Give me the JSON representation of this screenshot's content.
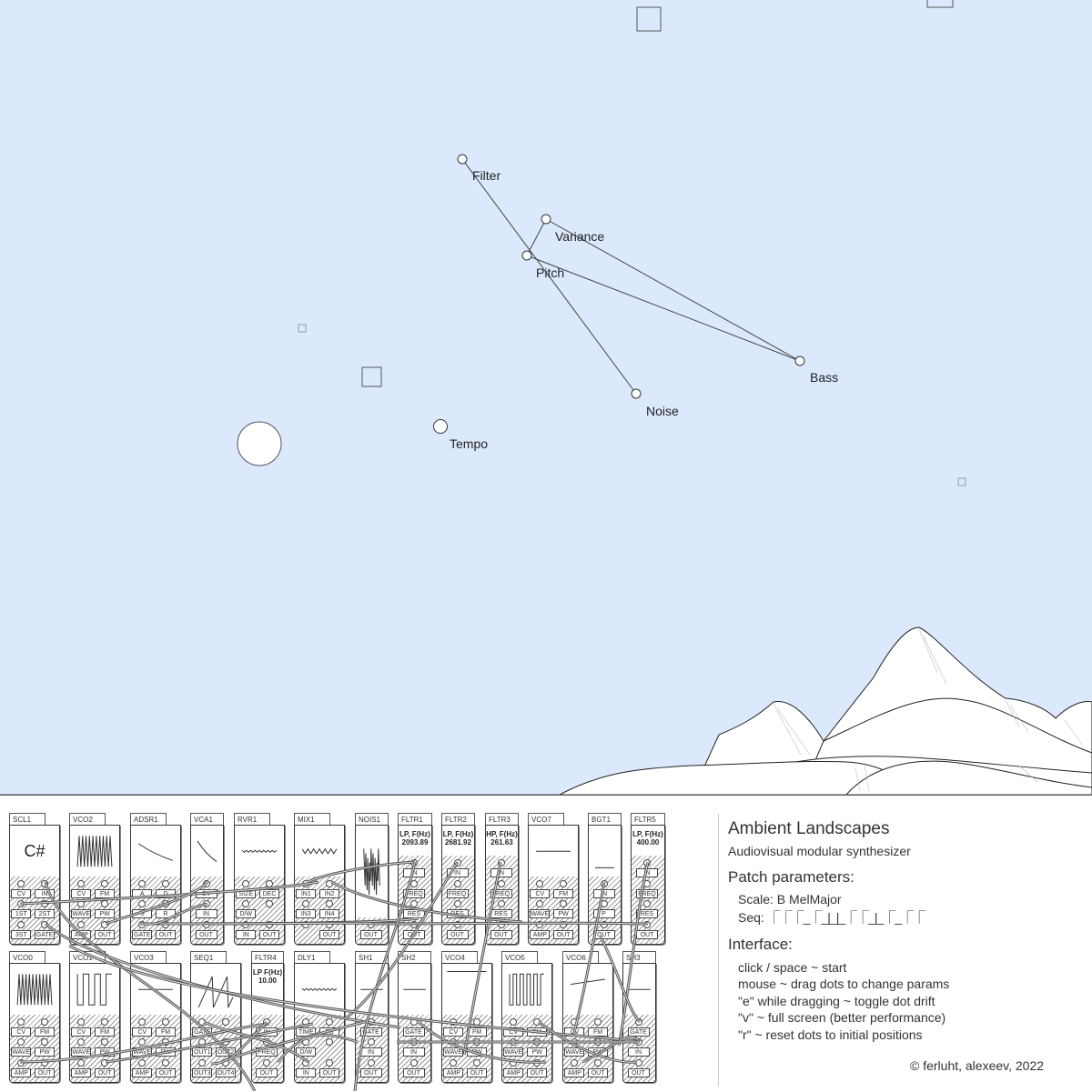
{
  "scene": {
    "sky_color": "#dce9fd",
    "params": [
      {
        "label": "Filter"
      },
      {
        "label": "Variance"
      },
      {
        "label": "Pitch"
      },
      {
        "label": "Bass"
      },
      {
        "label": "Noise"
      },
      {
        "label": "Tempo"
      }
    ]
  },
  "modules": [
    {
      "name": "SCL1",
      "display": "C#",
      "wave": null,
      "jacks": [
        "CV",
        "IN",
        "1ST",
        "2ST",
        "3ST",
        "GATE"
      ]
    },
    {
      "name": "VCO2",
      "display": "",
      "wave": "saw-dense",
      "jacks": [
        "CV",
        "FM",
        "WAVE",
        "PW",
        "AMP",
        "OUT"
      ]
    },
    {
      "name": "ADSR1",
      "display": "",
      "wave": "decay",
      "jacks": [
        "A",
        "D",
        "S",
        "R",
        "GATE",
        "OUT"
      ]
    },
    {
      "name": "VCA1",
      "display": "",
      "wave": "decay-steep",
      "jacks": [
        "CV",
        "IN",
        "OUT"
      ]
    },
    {
      "name": "RVR1",
      "display": "",
      "wave": "ripple",
      "jacks": [
        "SIZE",
        "DEC",
        "D/W",
        "",
        "IN",
        "OUT"
      ]
    },
    {
      "name": "MIX1",
      "display": "",
      "wave": "zigzag",
      "jacks": [
        "IN1",
        "IN2",
        "IN3",
        "IN4",
        "",
        "OUT"
      ]
    },
    {
      "name": "NOIS1",
      "display": "",
      "wave": "noise",
      "jacks": [
        "OUT"
      ]
    },
    {
      "name": "FLTR1",
      "display": "LP, F(Hz) 2093.89",
      "wave": null,
      "jacks": [
        "IN",
        "FREQ",
        "RES",
        "OUT"
      ]
    },
    {
      "name": "FLTR2",
      "display": "LP, F(Hz) 2681.92",
      "wave": null,
      "jacks": [
        "IN",
        "FREQ",
        "RES",
        "OUT"
      ]
    },
    {
      "name": "FLTR3",
      "display": "HP, F(Hz) 261.63",
      "wave": null,
      "jacks": [
        "IN",
        "FREQ",
        "RES",
        "OUT"
      ]
    },
    {
      "name": "VCO7",
      "display": "",
      "wave": "flat",
      "jacks": [
        "CV",
        "FM",
        "WAVE",
        "PW",
        "AMP",
        "OUT"
      ]
    },
    {
      "name": "BGT1",
      "display": "",
      "wave": "flat-low",
      "jacks": [
        "IN",
        "P",
        "OUT"
      ]
    },
    {
      "name": "FLTR5",
      "display": "LP, F(Hz) 400.00",
      "wave": null,
      "jacks": [
        "IN",
        "FREQ",
        "RES",
        "OUT"
      ]
    },
    {
      "name": "VCO0",
      "display": "",
      "wave": "saw-dense",
      "jacks": [
        "CV",
        "FM",
        "WAVE",
        "PW",
        "AMP",
        "OUT"
      ]
    },
    {
      "name": "VCO1",
      "display": "",
      "wave": "square",
      "jacks": [
        "CV",
        "FM",
        "WAVE",
        "PW",
        "AMP",
        "OUT"
      ]
    },
    {
      "name": "VCO3",
      "display": "",
      "wave": "flat",
      "jacks": [
        "CV",
        "FM",
        "WAVE",
        "PW",
        "AMP",
        "OUT"
      ]
    },
    {
      "name": "SEQ1",
      "display": "",
      "wave": "seq",
      "jacks": [
        "GATE",
        "",
        "OUT1",
        "OUT2",
        "OUT3",
        "OUT4"
      ]
    },
    {
      "name": "FLTR4",
      "display": "LP F(Hz) 10.00",
      "wave": null,
      "jacks": [
        "IN",
        "FREQ",
        "OUT"
      ]
    },
    {
      "name": "DLY1",
      "display": "",
      "wave": "ripple",
      "jacks": [
        "TIME",
        "FB",
        "D/W",
        "",
        "IN",
        "OUT"
      ]
    },
    {
      "name": "SH1",
      "display": "",
      "wave": "flat",
      "jacks": [
        "GATE",
        "IN",
        "OUT"
      ]
    },
    {
      "name": "SH2",
      "display": "",
      "wave": "flat",
      "jacks": [
        "GATE",
        "IN",
        "OUT"
      ]
    },
    {
      "name": "VCO4",
      "display": "",
      "wave": "flat-high",
      "jacks": [
        "CV",
        "FM",
        "WAVE",
        "PW",
        "AMP",
        "OUT"
      ]
    },
    {
      "name": "VCO5",
      "display": "",
      "wave": "square-dense",
      "jacks": [
        "CV",
        "FM",
        "WAVE",
        "PW",
        "AMP",
        "OUT"
      ]
    },
    {
      "name": "VCO6",
      "display": "",
      "wave": "flat-tilt",
      "jacks": [
        "CV",
        "FM",
        "WAVE",
        "PW",
        "AMP",
        "OUT"
      ]
    },
    {
      "name": "SH3",
      "display": "",
      "wave": "flat",
      "jacks": [
        "GATE",
        "IN",
        "OUT"
      ]
    }
  ],
  "info": {
    "title": "Ambient Landscapes",
    "subtitle": "Audiovisual modular synthesizer",
    "patch_heading": "Patch parameters:",
    "scale": "Scale: B MelMajor",
    "seq_label": "Seq:",
    "seq_pattern": "⎾⎾⎾_⎾_|_|_⎾⎾_|_⎾_⎾⎾",
    "interface_heading": "Interface:",
    "controls": [
      "click / space ~ start",
      "mouse ~ drag dots to change params",
      "\"e\" while dragging ~ toggle dot drift",
      "\"v\" ~ full screen (better performance)",
      "\"r\" ~ reset dots to initial positions"
    ],
    "copyright": "© ferluht, alexeev, 2022"
  }
}
